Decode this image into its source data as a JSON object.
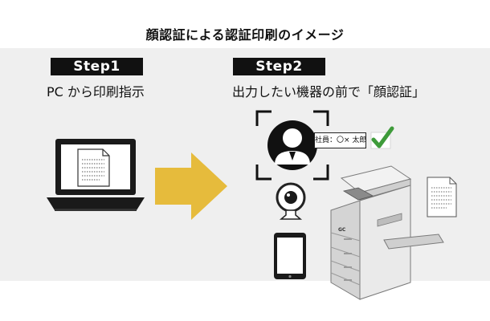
{
  "title": "顔認証による認証印刷のイメージ",
  "steps": [
    {
      "badge": "Step1",
      "description": "PC から印刷指示"
    },
    {
      "badge": "Step2",
      "description": "出力したい機器の前で「顔認証」"
    }
  ],
  "id_label": "社員：〇× 太郎",
  "printer_logo": "GC",
  "colors": {
    "panel": "#efefef",
    "arrow": "#e6bb3c",
    "check": "#3e9b3a",
    "badge": "#111111"
  },
  "icons": [
    "laptop-icon",
    "document-icon",
    "arrow-right-icon",
    "face-scan-frame-icon",
    "user-avatar-icon",
    "checkmark-icon",
    "webcam-icon",
    "tablet-icon",
    "multifunction-printer-icon",
    "printed-document-icon"
  ]
}
